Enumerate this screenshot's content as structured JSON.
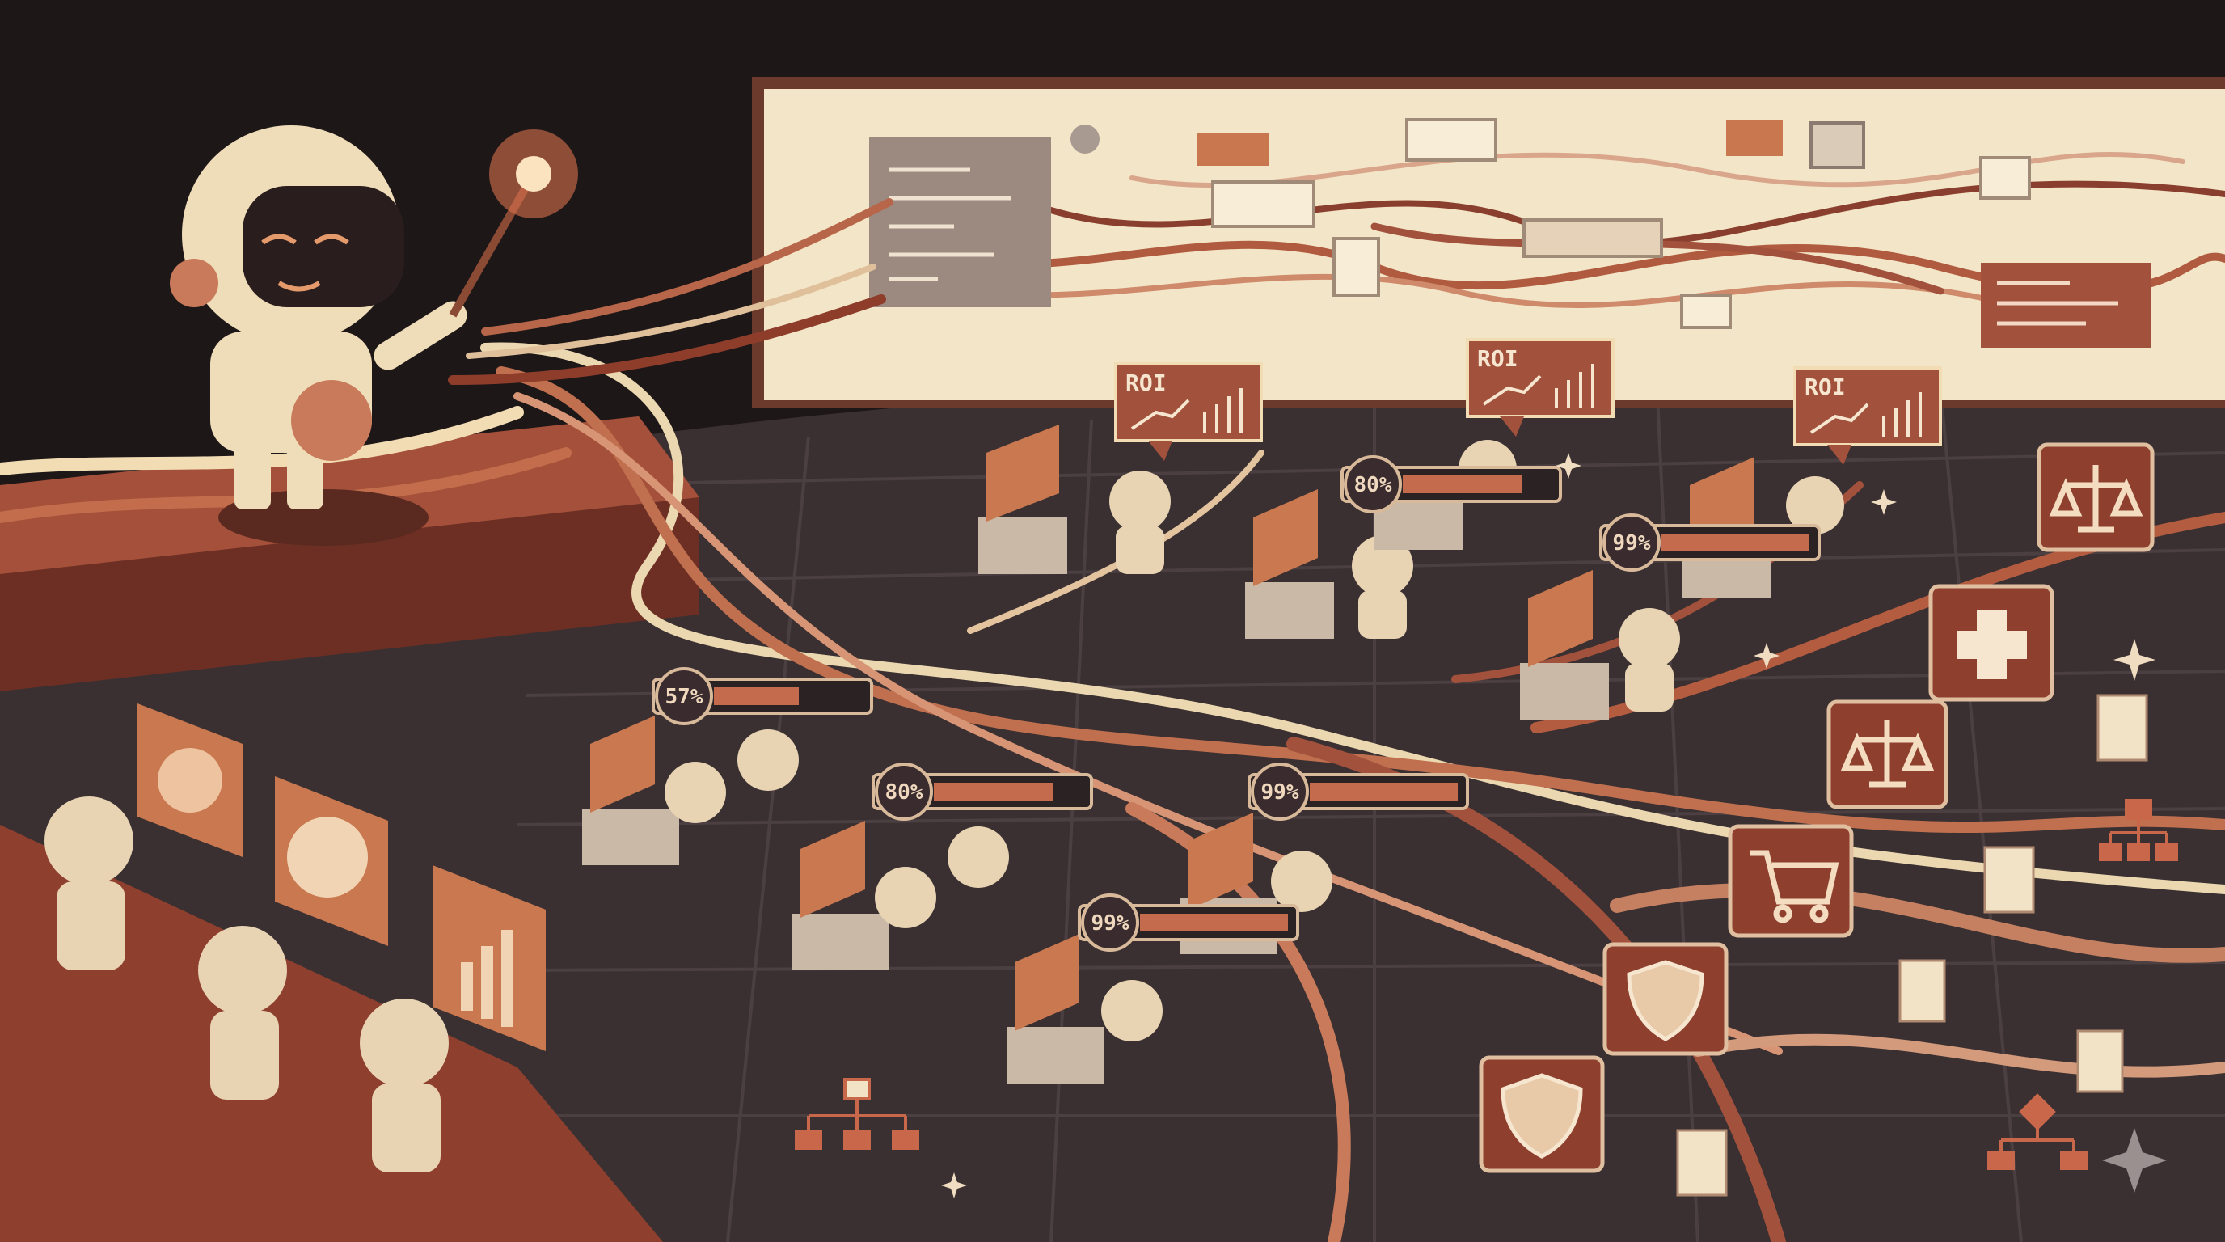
{
  "scene": {
    "palette": {
      "background": "#1d1718",
      "floor": "#3a3032",
      "floor_line": "#4a3e40",
      "board": "#f3e6c8",
      "rust": "#a2513c",
      "rust_dark": "#6e3226",
      "cream": "#efdcb8",
      "tan": "#c9a98a",
      "bar_track": "#2b2224"
    },
    "roi_cards": [
      {
        "text": "ROI"
      },
      {
        "text": "ROI"
      },
      {
        "text": "ROI"
      }
    ],
    "progress_bars": [
      {
        "label": "57%",
        "value": 0.57
      },
      {
        "label": "80%",
        "value": 0.8
      },
      {
        "label": "80%",
        "value": 0.8
      },
      {
        "label": "99%",
        "value": 0.99
      },
      {
        "label": "99%",
        "value": 0.99
      },
      {
        "label": "99%",
        "value": 0.99
      }
    ],
    "service_tiles": [
      {
        "icon": "scales-icon"
      },
      {
        "icon": "medical-cross-icon"
      },
      {
        "icon": "scales-icon"
      },
      {
        "icon": "shopping-cart-icon"
      },
      {
        "icon": "shield-icon"
      },
      {
        "icon": "shield-icon"
      }
    ]
  }
}
